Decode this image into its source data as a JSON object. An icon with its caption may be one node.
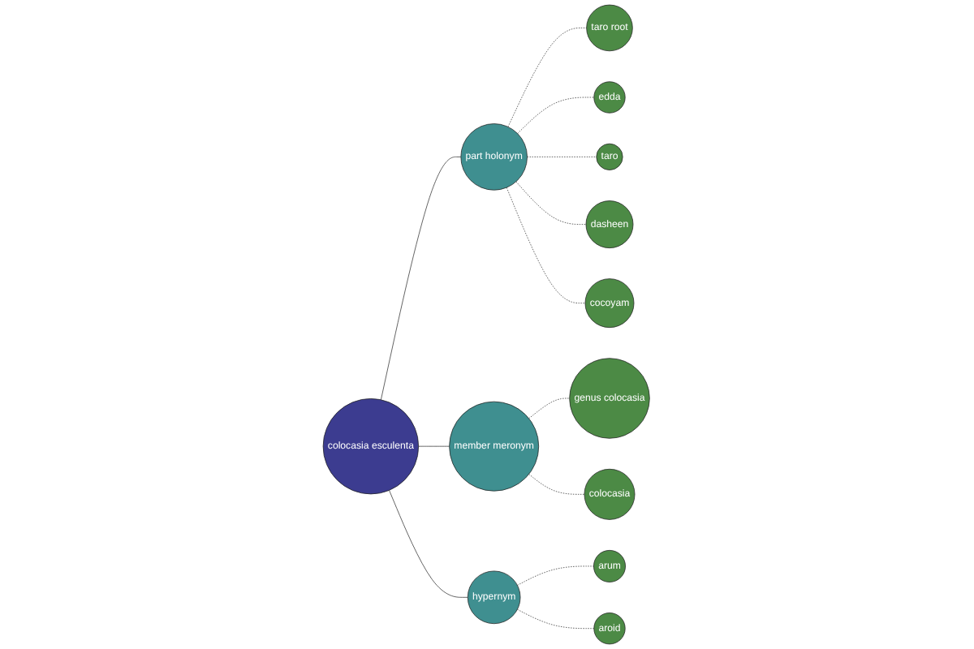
{
  "diagram": {
    "nodes": [
      {
        "text": [
          "colocasia esculenta"
        ]
      },
      {
        "text": [
          "part holonym"
        ]
      },
      {
        "text": [
          "member meronym"
        ]
      },
      {
        "text": [
          "hypernym"
        ]
      },
      {
        "text": [
          "taro root"
        ]
      },
      {
        "text": [
          "edda"
        ]
      },
      {
        "text": [
          "taro"
        ]
      },
      {
        "text": [
          "dasheen"
        ]
      },
      {
        "text": [
          "cocoyam"
        ]
      },
      {
        "text": [
          "genus colocasia"
        ]
      },
      {
        "text": [
          "colocasia"
        ]
      },
      {
        "text": [
          "arum"
        ]
      },
      {
        "text": [
          "aroid"
        ]
      }
    ],
    "edges": [
      {
        "from": 0,
        "to": 1,
        "arrow": "none"
      },
      {
        "from": 0,
        "to": 2,
        "arrow": "none"
      },
      {
        "from": 0,
        "to": 3,
        "arrow": "none"
      },
      {
        "from": 1,
        "to": 4,
        "arrow": "none",
        "style": "dashed"
      },
      {
        "from": 1,
        "to": 5,
        "arrow": "none",
        "style": "dashed"
      },
      {
        "from": 1,
        "to": 6,
        "arrow": "none",
        "style": "dashed"
      },
      {
        "from": 1,
        "to": 7,
        "arrow": "none",
        "style": "dashed"
      },
      {
        "from": 1,
        "to": 8,
        "arrow": "none",
        "style": "dashed"
      },
      {
        "from": 2,
        "to": 9,
        "arrow": "none",
        "style": "dashed"
      },
      {
        "from": 2,
        "to": 10,
        "arrow": "none",
        "style": "dashed"
      },
      {
        "from": 3,
        "to": 11,
        "arrow": "none",
        "style": "dashed"
      },
      {
        "from": 3,
        "to": 12,
        "arrow": "none",
        "style": "dashed"
      }
    ]
  }
}
